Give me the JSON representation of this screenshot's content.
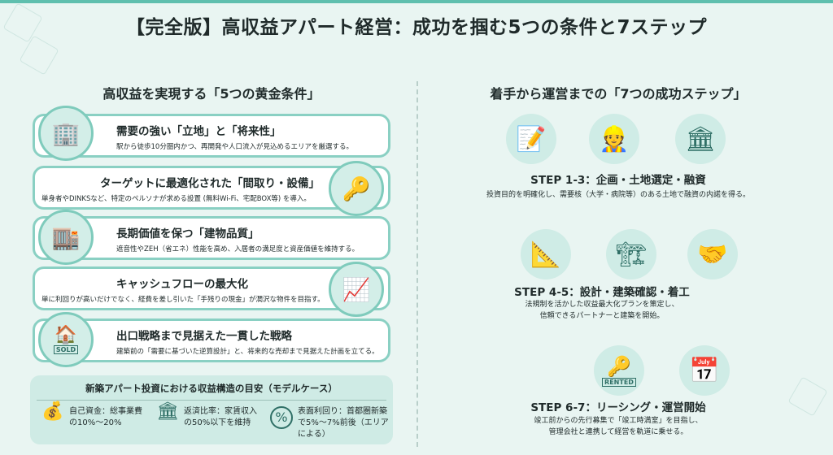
{
  "title": "【完全版】高収益アパート経営：成功を掴む5つの条件と7ステップ",
  "left": {
    "heading": "高収益を実現する「5つの黄金条件」",
    "conditions": [
      {
        "title": "需要の強い「立地」と「将来性」",
        "desc": "駅から徒歩10分圏内かつ、再開発や人口流入が見込めるエリアを厳選する。",
        "icon": "building-train-icon"
      },
      {
        "title": "ターゲットに最適化された「間取り・設備」",
        "desc": "単身者やDINKSなど、特定のペルソナが求める設置 (無料Wi-Fi、宅配BOX等) を導入。",
        "icon": "floorplan-key-icon"
      },
      {
        "title": "長期価値を保つ「建物品質」",
        "desc": "遮音性やZEH（省エネ）性能を高め、入居者の満足度と資産価値を維持する。",
        "icon": "building-tree-icon"
      },
      {
        "title": "キャッシュフローの最大化",
        "desc": "単に利回りが高いだけでなく、経費を差し引いた「手残りの現金」が潤沢な物件を目指す。",
        "icon": "coins-chart-icon"
      },
      {
        "title": "出口戦略まで見据えた一貫した戦略",
        "desc": "建築前の「需要に基づいた逆算設計」と、将来的な売却まで見据えた計画を立てる。",
        "icon": "house-sold-icon",
        "badge": "SOLD"
      }
    ],
    "model": {
      "title": "新築アパート投資における収益構造の目安（モデルケース）",
      "items": [
        {
          "text1": "自己資金：総事業費",
          "text2": "の10%～20%",
          "icon": "money-bag-icon"
        },
        {
          "text1": "返済比率：家賃収入",
          "text2": "の50%以下を維持",
          "icon": "bank-icon"
        },
        {
          "text1": "表面利回り：首都圏新築",
          "text2": "で5%～7%前後（エリア",
          "text3": "による）",
          "icon": "percent-icon"
        }
      ]
    }
  },
  "right": {
    "heading": "着手から運営までの「7つの成功ステップ」",
    "steps": [
      {
        "title": "STEP 1-3：企画・土地選定・融資",
        "desc1": "投資目的を明確化し、需要核（大学・病院等）のある土地で融資の内諾を得る。",
        "desc2": ""
      },
      {
        "title": "STEP 4-5：設計・建築確認・着工",
        "desc1": "法規制を活かした収益最大化プランを策定し、",
        "desc2": "信頼できるパートナーと建築を開始。"
      },
      {
        "title": "STEP 6-7：リーシング・運営開始",
        "desc1": "竣工前からの先行募集で「竣工時満室」を目指し、",
        "desc2": "管理会社と連携して経営を軌道に乗せる。",
        "badge": "RENTED"
      }
    ]
  },
  "colors": {
    "accent": "#5fbfae",
    "bg": "#e9f5f2"
  }
}
